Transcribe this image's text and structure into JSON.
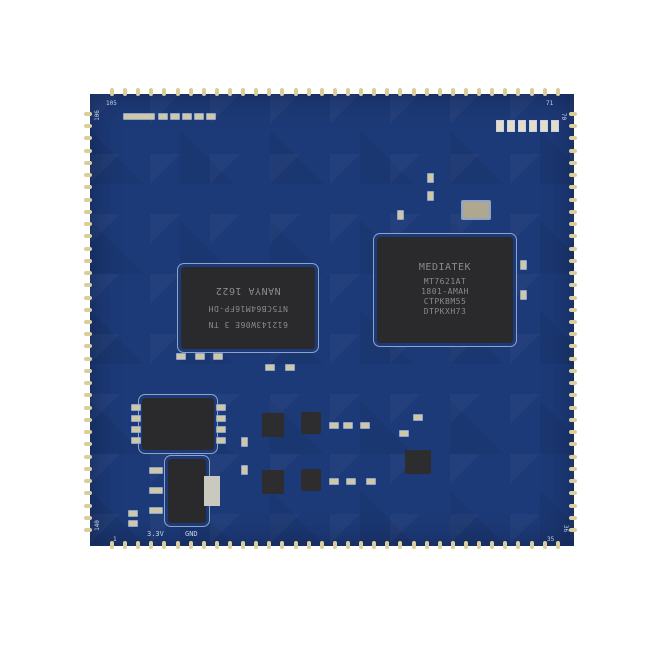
{
  "image": {
    "subject": "System-on-module PCB (blue) with castellated edge pads",
    "board_color": "#1d3a78",
    "pad_color": "#d9cf9e"
  },
  "components": {
    "soc": {
      "lines": [
        "MEDIATEK",
        "MT7621AT",
        "1801-AMAH",
        "CTPKBM55",
        "DTPKXH73"
      ]
    },
    "ram": {
      "lines": [
        "612143W06E 3 TN",
        "NT5CB64M16FP-DH",
        "NANYA 1622"
      ]
    },
    "eeprom": {
      "label": ""
    },
    "regulator": {
      "label": ""
    }
  },
  "silkscreen": {
    "corner_top_left": "105",
    "corner_top_left_side": "106",
    "corner_top_right": "71",
    "corner_top_right_side": "70",
    "corner_bottom_right_side": "36",
    "corner_bottom_right": "35",
    "corner_bottom_left": "1",
    "corner_bottom_left_side": "140",
    "label_33v": "3.3V",
    "label_gnd": "GND"
  }
}
